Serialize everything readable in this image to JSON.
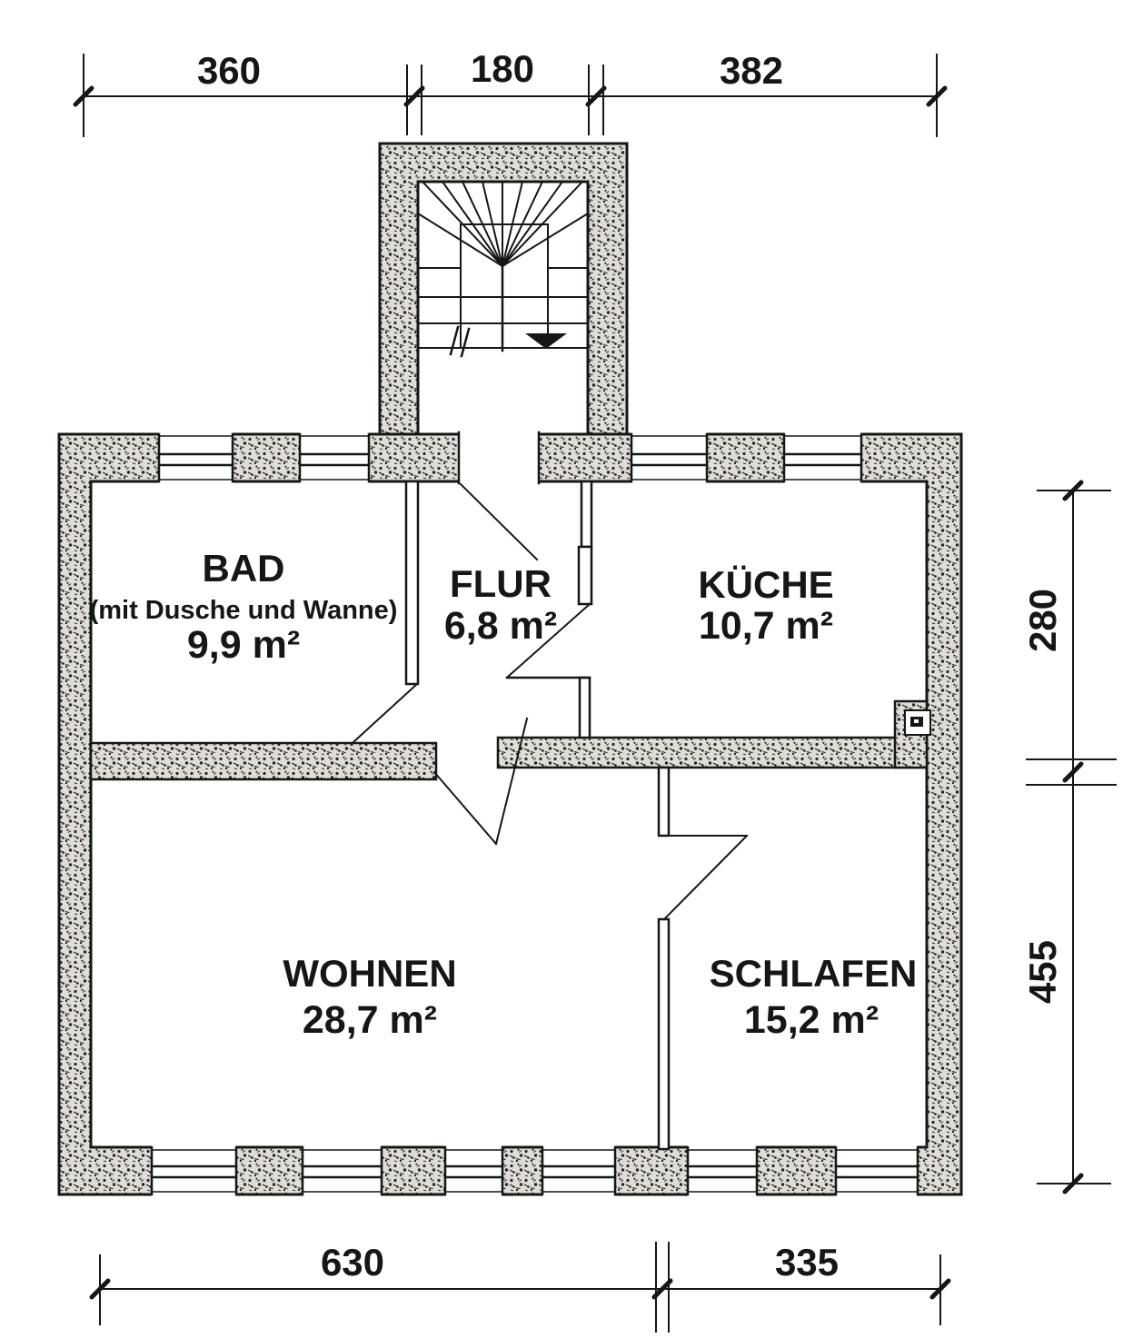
{
  "rooms": [
    {
      "name": "BAD",
      "subtitle": "(mit Dusche und Wanne)",
      "area": "9,9 m²"
    },
    {
      "name": "FLUR",
      "area": "6,8 m²"
    },
    {
      "name": "KÜCHE",
      "area": "10,7 m²"
    },
    {
      "name": "WOHNEN",
      "area": "28,7 m²"
    },
    {
      "name": "SCHLAFEN",
      "area": "15,2 m²"
    }
  ],
  "dimensions": {
    "top": {
      "segments": [
        "360",
        "180",
        "382"
      ]
    },
    "right": {
      "segments": [
        "280",
        "455"
      ]
    },
    "bottom": {
      "segments": [
        "630",
        "335"
      ]
    }
  },
  "icons": {
    "stair_arrow": "stair-direction-arrow"
  },
  "colors": {
    "ink": "#161616",
    "paper": "#ffffff",
    "wall_fill": "#e0ddd7"
  }
}
